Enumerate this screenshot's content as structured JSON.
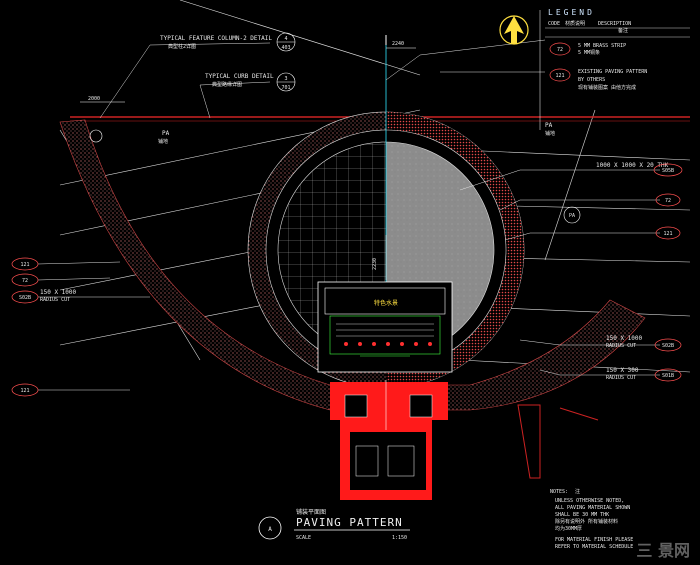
{
  "legend": {
    "title": "LEGEND",
    "code_header": "CODE",
    "code_col_text": "材质说明",
    "description_header": "DESCRIPTION",
    "desc_col_text": "备注",
    "items": [
      {
        "code": "72",
        "lines": [
          "5 MM BRASS STRIP",
          "5 MM铜条"
        ]
      },
      {
        "code": "121",
        "lines": [
          "EXISTING PAVING PATTERN",
          "BY OTHERS",
          "现有铺装图案 由他方完成"
        ]
      }
    ]
  },
  "callouts": {
    "feature_column": {
      "text": "TYPICAL FEATURE COLUMN-2 DETAIL",
      "sub": "典型柱2详图",
      "ref_top": "4",
      "ref_bot": "403"
    },
    "curb": {
      "text": "TYPICAL CURB DETAIL",
      "sub": "典型路缘详图",
      "ref_top": "3",
      "ref_bot": "701"
    },
    "dim_top": "2240",
    "dim_left": "2000",
    "dim_vertical": "2230",
    "pa_left": "PA",
    "pa_left_sub": "铺地",
    "pa_right": "PA",
    "pa_right_sub": "铺地",
    "pa_circle": "PA",
    "granite_1000": "1000 X 1000 X 20 THK",
    "granite_1000_ref": "S05B",
    "radius_left": "150 X 1000",
    "radius_left_sub": "RADIUS CUT",
    "radius_left_ref": "S02B",
    "radius_right1": "150 X 1000",
    "radius_right1_sub": "RADIUS CUT",
    "radius_right1_ref": "S02B",
    "radius_right2": "150 X 300",
    "radius_right2_sub": "RADIUS CUT",
    "radius_right2_ref": "S01B",
    "stage_label": "特色水景",
    "code_72": "72",
    "code_121": "121"
  },
  "notes": {
    "title": "NOTES:",
    "title_cn": "注",
    "lines": [
      "UNLESS OTHERWISE NOTED,",
      "ALL PAVING MATERIAL SHOWN",
      "SHALL BE 30 MM THK",
      "除另有说明外 所有铺装材料",
      "均为30MM厚",
      "FOR MATERIAL FINISH PLEASE",
      "REFER TO MATERIAL SCHEDULE"
    ]
  },
  "title_block": {
    "circle_letter": "A",
    "cn_title": "铺装平面图",
    "title": "PAVING PATTERN",
    "scale_label": "SCALE",
    "scale_value": "1:150"
  },
  "watermark": "三 景网",
  "colors": {
    "background": "#000000",
    "linework": "#ffffff",
    "boundary": "#cc2222",
    "paving_dots": "#d06a6a",
    "fill_red": "#ff1a1a",
    "gray_fill": "#8a8a8a",
    "cyan": "#30e8ff",
    "yellow": "#ffe040",
    "green": "#40ff40"
  },
  "north_arrow_icon": "north-arrow-icon"
}
